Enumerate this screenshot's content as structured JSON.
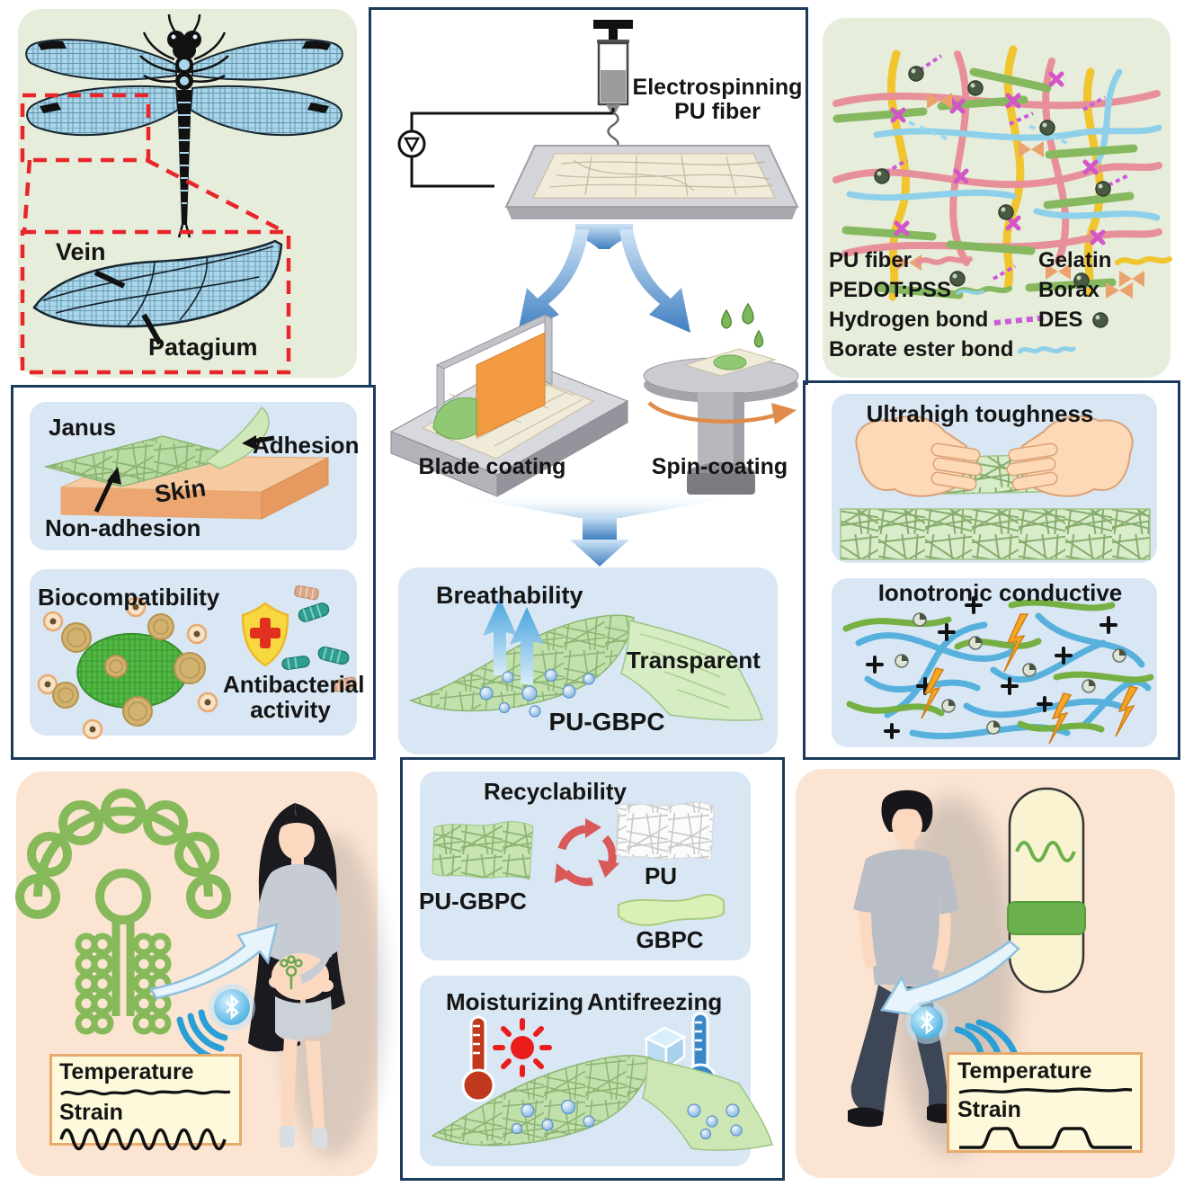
{
  "palette": {
    "border_navy": "#1c3a5c",
    "panel_green": "#e6eddb",
    "panel_blue": "#d9e7f4",
    "panel_peach": "#fce4d2",
    "signal_box_bg": "#fdf9da",
    "signal_box_border": "#e9aa6e",
    "electrode_green": "#85b95a",
    "arrow_blue": "#4f8fd0",
    "recycle_red": "#d95858",
    "dragonfly_blue": "#a9d6ea"
  },
  "bioinspiration": {
    "vein_label": "Vein",
    "patagium_label": "Patagium"
  },
  "fabrication": {
    "electrospinning_line1": "Electrospinning",
    "electrospinning_line2": "PU fiber",
    "blade_coating_label": "Blade coating",
    "spin_coating_label": "Spin-coating"
  },
  "network": {
    "legend_left": [
      {
        "label": "PU fiber"
      },
      {
        "label": "PEDOT:PSS"
      },
      {
        "label": "Hydrogen bond"
      },
      {
        "label": "Borate ester bond"
      }
    ],
    "legend_right": [
      {
        "label": "Gelatin"
      },
      {
        "label": "Borax"
      },
      {
        "label": "DES"
      }
    ]
  },
  "janus": {
    "title": "Janus",
    "adhesion_label": "Adhesion",
    "skin_label": "Skin",
    "non_adhesion_label": "Non-adhesion"
  },
  "biocompatibility": {
    "title": "Biocompatibility",
    "antibacterial_line1": "Antibacterial",
    "antibacterial_line2": "activity"
  },
  "membrane": {
    "breathability_title": "Breathability",
    "transparent_label": "Transparent",
    "material_label": "PU-GBPC"
  },
  "toughness": {
    "title": "Ultrahigh toughness"
  },
  "ionotronic": {
    "title": "Ionotronic conductive"
  },
  "recyclability": {
    "title": "Recyclability",
    "left_material": "PU-GBPC",
    "top_material": "PU",
    "bottom_material": "GBPC"
  },
  "thermal": {
    "moisturizing_label": "Moisturizing",
    "antifreezing_label": "Antifreezing"
  },
  "wearable_left": {
    "temperature_label": "Temperature",
    "strain_label": "Strain"
  },
  "wearable_right": {
    "temperature_label": "Temperature",
    "strain_label": "Strain"
  }
}
